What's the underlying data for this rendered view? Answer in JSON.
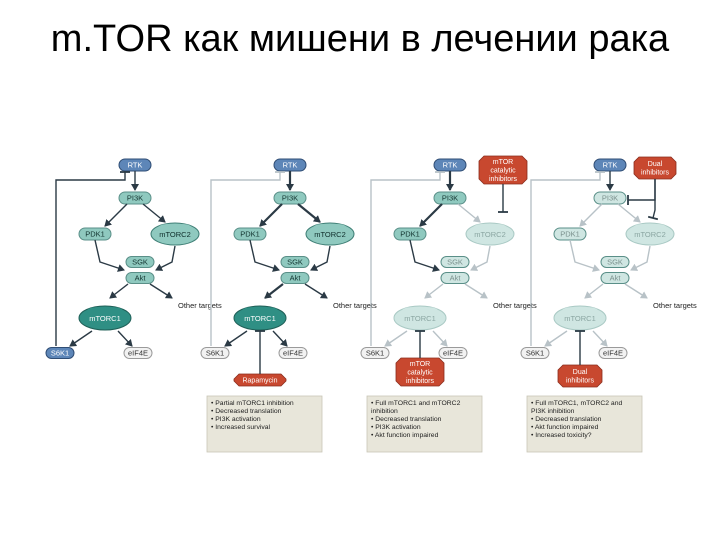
{
  "slide": {
    "title": "m.TOR как мишени в лечении рака"
  },
  "labels": {
    "rtk": "RTK",
    "pi3k": "PI3K",
    "pdk1": "PDK1",
    "mtorc2": "mTORC2",
    "sgk": "SGK",
    "akt": "Akt",
    "mtorc1": "mTORC1",
    "other_targets": "Other targets",
    "s6k1": "S6K1",
    "eif4e": "eIF4E",
    "rapamycin": "Rapamycin",
    "mtor_catalytic_inhibitors": "mTOR catalytic inhibitors",
    "dual_inhibitors": "Dual inhibitors"
  },
  "outcomes": [
    {
      "panel": 2,
      "items": [
        "Partial mTORC1 inhibition",
        "Decreased translation",
        "PI3K activation",
        "Increased survival"
      ]
    },
    {
      "panel": 3,
      "items": [
        "Full mTORC1 and mTORC2 inhibition",
        "Decreased translation",
        "PI3K activation",
        "Akt function impaired"
      ]
    },
    {
      "panel": 4,
      "items": [
        "Full mTORC1, mTORC2 and PI3K inhibition",
        "Decreased translation",
        "Akt function impaired",
        "Increased toxicity?"
      ]
    }
  ],
  "colors": {
    "active_teal": "#2f8f84",
    "active_teal_light": "#8fc9bf",
    "faded_teal": "#cfe6e2",
    "rtk_blue": "#5d86b8",
    "rtk_faded": "#b9cbe0",
    "drug_red": "#c8482f",
    "outcome_box": "#e8e6da",
    "arrow_dark": "#2b3a45",
    "arrow_faded": "#b8c2c7"
  }
}
